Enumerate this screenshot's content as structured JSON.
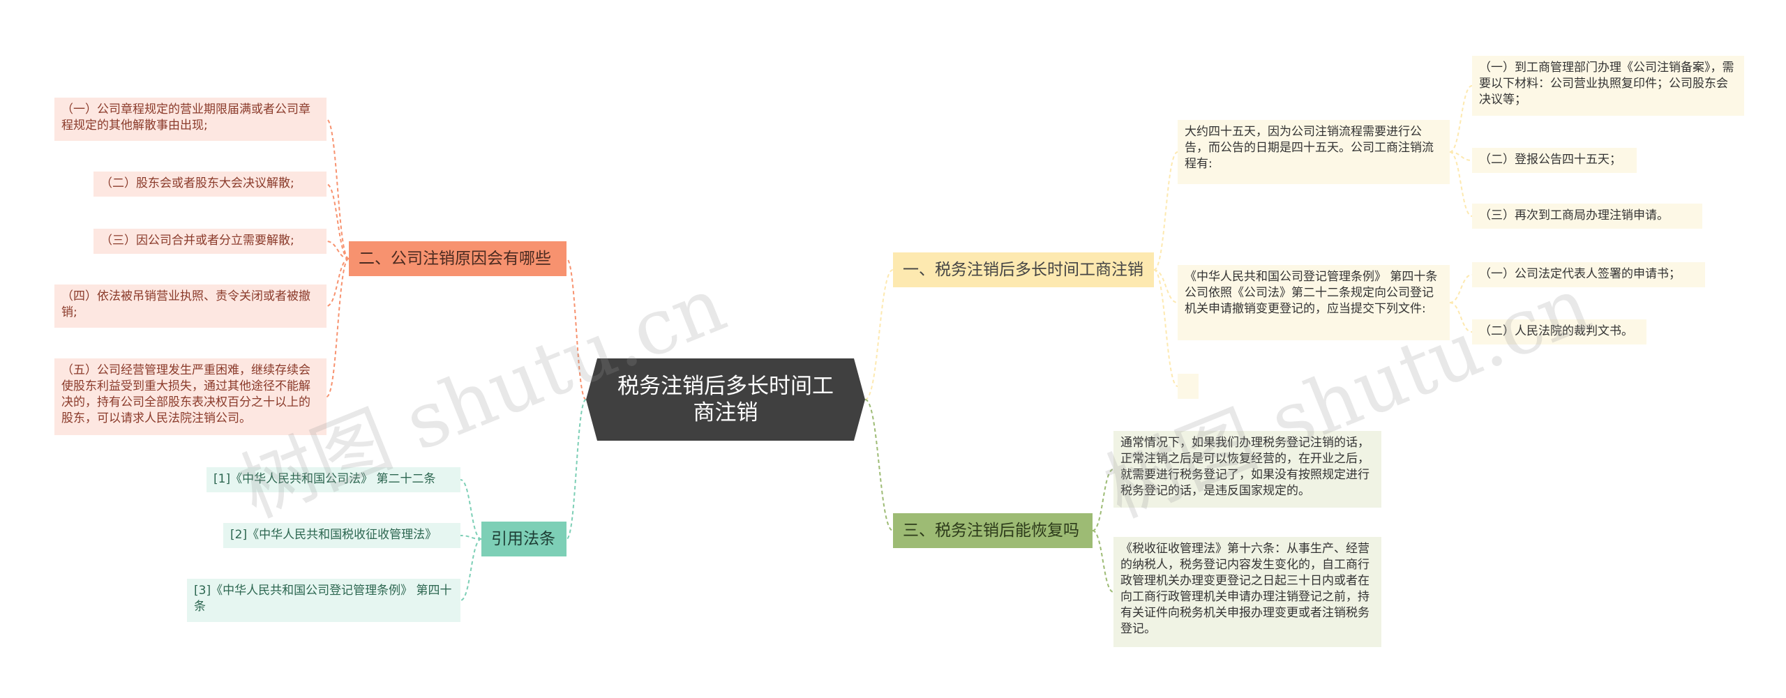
{
  "root": {
    "label": "税务注销后多长时间工商注销"
  },
  "branches": {
    "b1": {
      "label": "一、税务注销后多长时间工商注销",
      "items": [
        "大约四十五天，因为公司注销流程需要进行公告，而公告的日期是四十五天。公司工商注销流程有:",
        "《中华人民共和国公司登记管理条例》 第四十条 公司依照《公司法》第二十二条规定向公司登记机关申请撤销变更登记的，应当提交下列文件:",
        ""
      ],
      "sub1": [
        "（一）到工商管理部门办理《公司注销备案》，需要以下材料：公司营业执照复印件；公司股东会决议等；",
        "（二）登报公告四十五天；",
        "（三）再次到工商局办理注销申请。"
      ],
      "sub2": [
        "（一）公司法定代表人签署的申请书；",
        "（二）人民法院的裁判文书。"
      ]
    },
    "b2": {
      "label": "二、公司注销原因会有哪些",
      "items": [
        "（一）公司章程规定的营业期限届满或者公司章程规定的其他解散事由出现;",
        "（二）股东会或者股东大会决议解散;",
        "（三）因公司合并或者分立需要解散;",
        "（四）依法被吊销营业执照、责令关闭或者被撤销;",
        "（五）公司经营管理发生严重困难，继续存续会使股东利益受到重大损失，通过其他途径不能解决的，持有公司全部股东表决权百分之十以上的股东，可以请求人民法院注销公司。"
      ]
    },
    "b3": {
      "label": "三、税务注销后能恢复吗",
      "items": [
        "通常情况下，如果我们办理税务登记注销的话，正常注销之后是可以恢复经营的，在开业之后，就需要进行税务登记了，如果没有按照规定进行税务登记的话，是违反国家规定的。",
        "《税收征收管理法》第十六条：从事生产、经营的纳税人，税务登记内容发生变化的，自工商行政管理机关办理变更登记之日起三十日内或者在向工商行政管理机关申请办理注销登记之前，持有关证件向税务机关申报办理变更或者注销税务登记。"
      ]
    },
    "b4": {
      "label": "引用法条",
      "items": [
        "[1]《中华人民共和国公司法》 第二十二条",
        "[2]《中华人民共和国税收征收管理法》",
        "[3]《中华人民共和国公司登记管理条例》 第四十条"
      ]
    }
  },
  "watermark": {
    "text": "树图 shutu.cn"
  },
  "colors": {
    "b1": "#fde9b0",
    "b2": "#f7926f",
    "b3": "#9dbb74",
    "b4": "#7dcfb6",
    "root": "#404040"
  }
}
